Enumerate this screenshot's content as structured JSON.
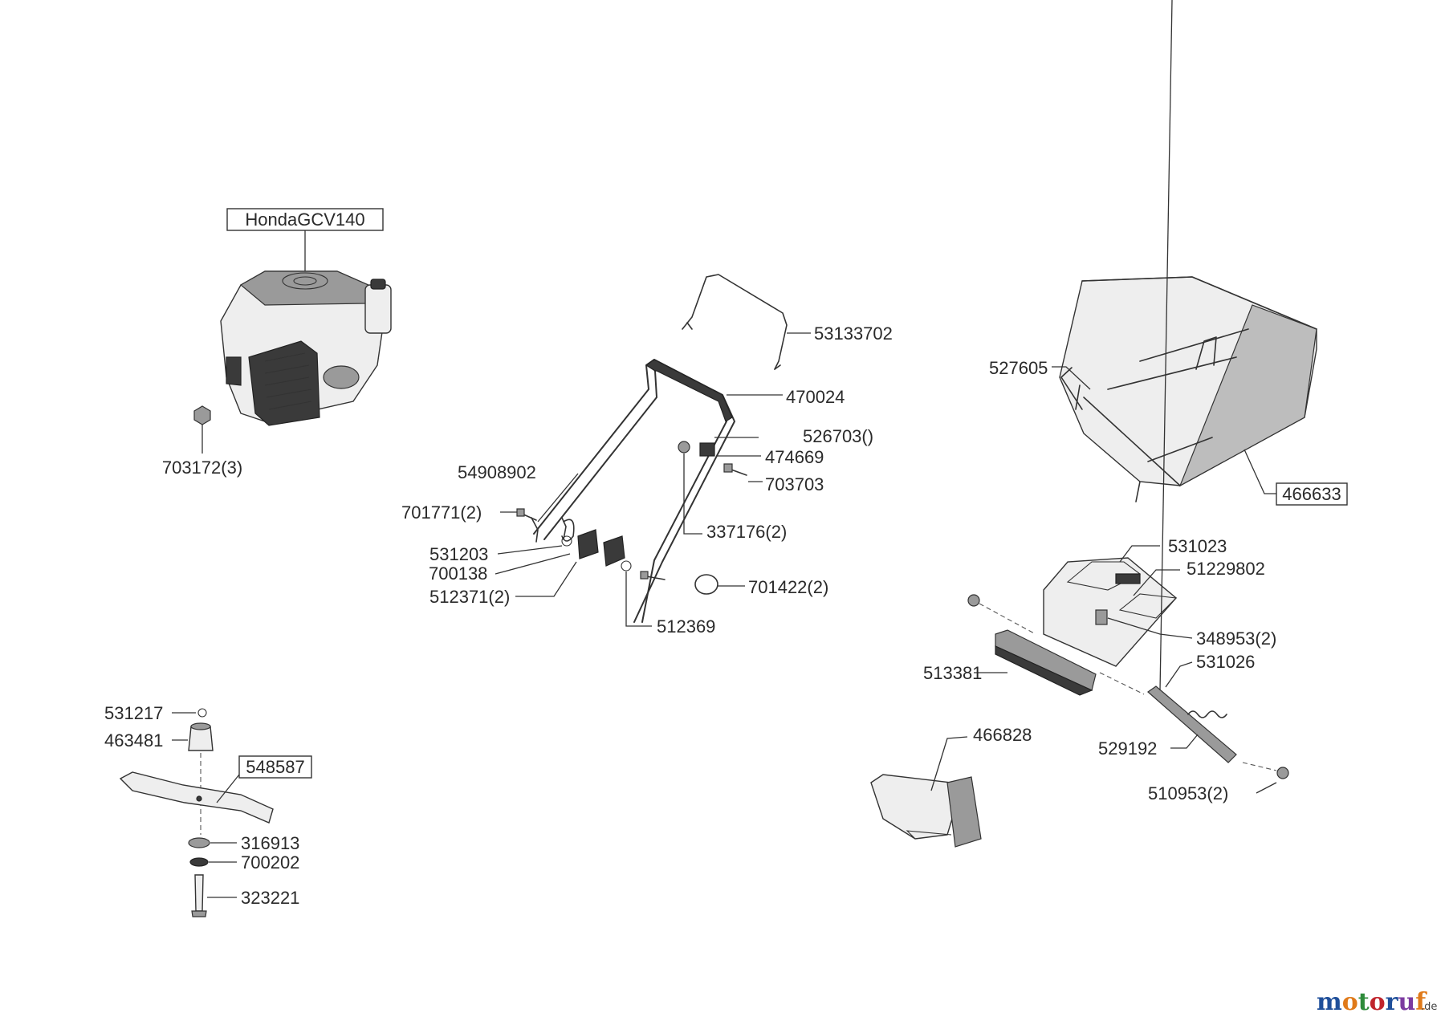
{
  "diagram": {
    "engine_model": "HondaGCV140",
    "labels": {
      "p703172": "703172(3)",
      "p53133702": "53133702",
      "p470024": "470024",
      "p526703": "526703()",
      "p474669": "474669",
      "p703703": "703703",
      "p54908902": "54908902",
      "p701771": "701771(2)",
      "p337176": "337176(2)",
      "p531203": "531203",
      "p700138": "700138",
      "p512371": "512371(2)",
      "p701422": "701422(2)",
      "p512369": "512369",
      "p527605": "527605",
      "p466633": "466633",
      "p531023": "531023",
      "p51229802": "51229802",
      "p348953": "348953(2)",
      "p513381": "513381",
      "p531026": "531026",
      "p466828": "466828",
      "p529192": "529192",
      "p510953": "510953(2)",
      "p531217": "531217",
      "p463481": "463481",
      "p548587": "548587",
      "p316913": "316913",
      "p700202": "700202",
      "p323221": "323221"
    }
  },
  "brand": {
    "text_m": "m",
    "text_o1": "o",
    "text_t": "t",
    "text_o2": "o",
    "text_r": "r",
    "text_u": "u",
    "text_f": "f",
    "suffix": ".de",
    "colors": [
      "#1f4f9a",
      "#e07a1a",
      "#2e8b3a",
      "#c0242c",
      "#1f4f9a",
      "#7b3aa0",
      "#e07a1a"
    ]
  }
}
